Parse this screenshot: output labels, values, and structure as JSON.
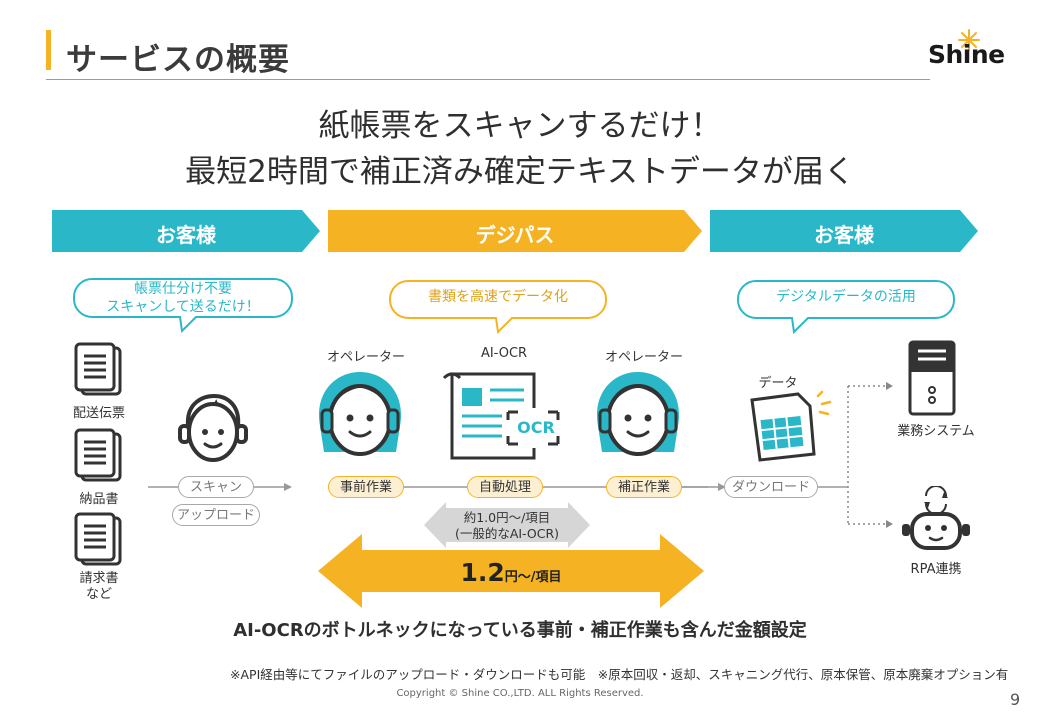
{
  "header": {
    "title": "サービスの概要",
    "logo_text": "Shine"
  },
  "headline": {
    "line1": "紙帳票をスキャンするだけ！",
    "line2": "最短2時間で補正済み確定テキストデータが届く"
  },
  "phases": [
    {
      "label": "お客様",
      "color": "#2ab8c9"
    },
    {
      "label": "デジパス",
      "color": "#f5b324"
    },
    {
      "label": "お客様",
      "color": "#2ab8c9"
    }
  ],
  "bubbles": {
    "left": {
      "line1": "帳票仕分け不要",
      "line2": "スキャンして送るだけ！"
    },
    "center": "書類を高速でデータ化",
    "right": "デジタルデータの活用"
  },
  "documents": [
    {
      "label": "配送伝票",
      "icon": "document-icon"
    },
    {
      "label": "納品書",
      "icon": "document-icon"
    },
    {
      "label": "請求書",
      "label2": "など",
      "icon": "document-icon"
    }
  ],
  "process": {
    "operator1_label": "オペレーター",
    "aiocr_label": "AI-OCR",
    "ocr_badge": "OCR",
    "operator2_label": "オペレーター",
    "data_label": "データ"
  },
  "pills": {
    "scan": "スキャン",
    "upload": "アップロード",
    "pre_work": "事前作業",
    "auto": "自動処理",
    "correction": "補正作業",
    "download": "ダウンロード"
  },
  "outputs": {
    "system": "業務システム",
    "rpa": "RPA連携"
  },
  "pricing": {
    "general_line1": "約1.0円～/項目",
    "general_line2": "(一般的なAI-OCR)",
    "price_big": "1.2",
    "price_unit": "円～/項目"
  },
  "summary": "AI-OCRのボトルネックになっている事前・補正作業も含んだ金額設定",
  "footnote": "※API経由等にてファイルのアップロード・ダウンロードも可能　※原本回収・返却、スキャニング代行、原本保管、原本廃棄オプション有",
  "copyright": "Copyright © Shine CO.,LTD.  ALL Rights Reserved.",
  "page_number": "9",
  "colors": {
    "teal": "#2ab8c9",
    "yellow": "#f5b324",
    "dark": "#2f2f2f"
  }
}
